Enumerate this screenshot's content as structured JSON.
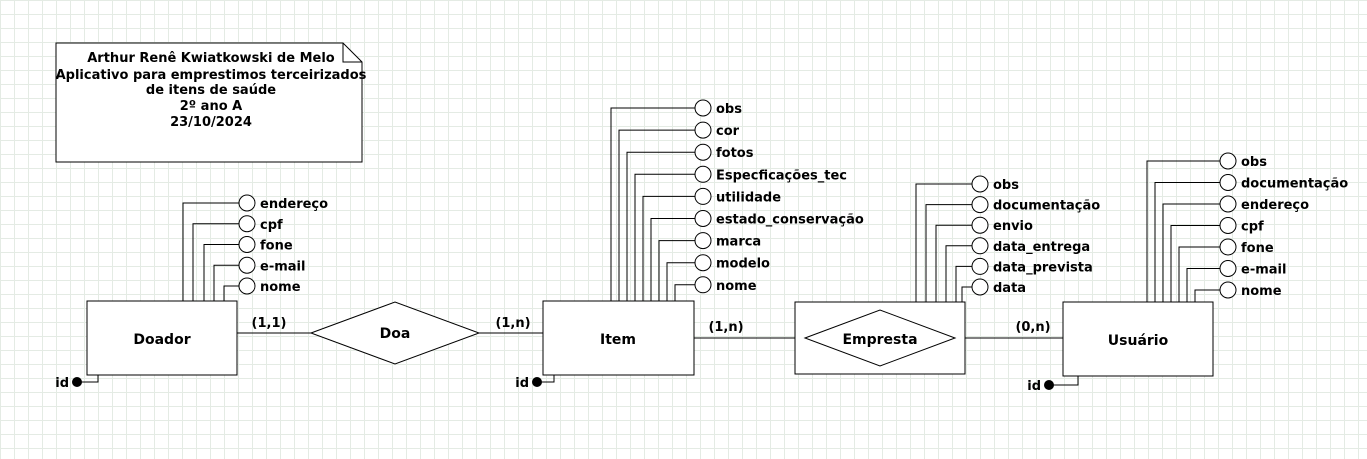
{
  "note": {
    "lines": [
      "Arthur Renê Kwiatkowski de Melo",
      "Aplicativo para emprestimos terceirizados",
      "de itens de saúde",
      "2º ano A",
      "23/10/2024"
    ]
  },
  "entities": [
    {
      "id": "doador",
      "label": "Doador",
      "key_label": "id",
      "attributes": [
        "endereço",
        "cpf",
        "fone",
        "e-mail",
        "nome"
      ]
    },
    {
      "id": "item",
      "label": "Item",
      "key_label": "id",
      "attributes": [
        "obs",
        "cor",
        "fotos",
        "Especficações_tec",
        "utilidade",
        "estado_conservação",
        "marca",
        "modelo",
        "nome"
      ]
    },
    {
      "id": "empresta",
      "label": "Empresta",
      "associative": true,
      "attributes": [
        "obs",
        "documentação",
        "envio",
        "data_entrega",
        "data_prevista",
        "data"
      ]
    },
    {
      "id": "usuario",
      "label": "Usuário",
      "key_label": "id",
      "attributes": [
        "obs",
        "documentação",
        "endereço",
        "cpf",
        "fone",
        "e-mail",
        "nome"
      ]
    }
  ],
  "relationships": [
    {
      "id": "doa",
      "label": "Doa",
      "from": "doador",
      "to": "item",
      "card_from": "(1,1)",
      "card_to": "(1,n)"
    },
    {
      "id": "empresta",
      "label": "Empresta",
      "from": "item",
      "to": "usuario",
      "card_from": "(1,n)",
      "card_to": "(0,n)"
    }
  ]
}
